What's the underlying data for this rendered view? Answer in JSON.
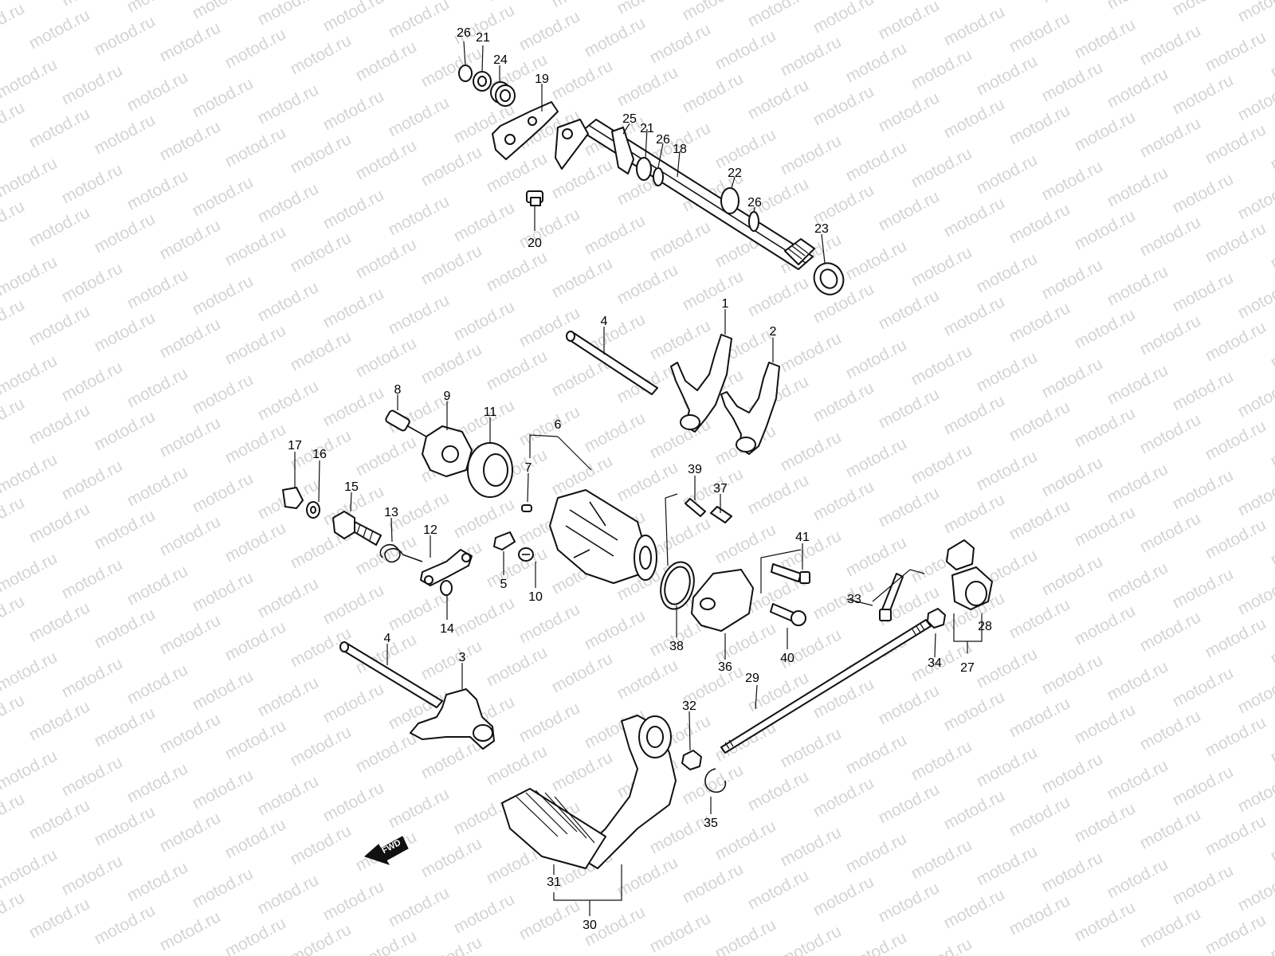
{
  "watermark": "motod.ru",
  "fwd_label": "FWD",
  "callouts": {
    "c1": "1",
    "c2": "2",
    "c3": "3",
    "c4a": "4",
    "c4b": "4",
    "c5": "5",
    "c6": "6",
    "c7": "7",
    "c8": "8",
    "c9": "9",
    "c10": "10",
    "c11": "11",
    "c12": "12",
    "c13": "13",
    "c14": "14",
    "c15": "15",
    "c16": "16",
    "c17": "17",
    "c18": "18",
    "c19": "19",
    "c20": "20",
    "c21a": "21",
    "c21b": "21",
    "c22": "22",
    "c23": "23",
    "c24": "24",
    "c25": "25",
    "c26a": "26",
    "c26b": "26",
    "c26c": "26",
    "c27": "27",
    "c28": "28",
    "c29": "29",
    "c30": "30",
    "c31": "31",
    "c32": "32",
    "c33": "33",
    "c34": "34",
    "c35": "35",
    "c36": "36",
    "c37": "37",
    "c38": "38",
    "c39": "39",
    "c40": "40",
    "c41": "41"
  }
}
